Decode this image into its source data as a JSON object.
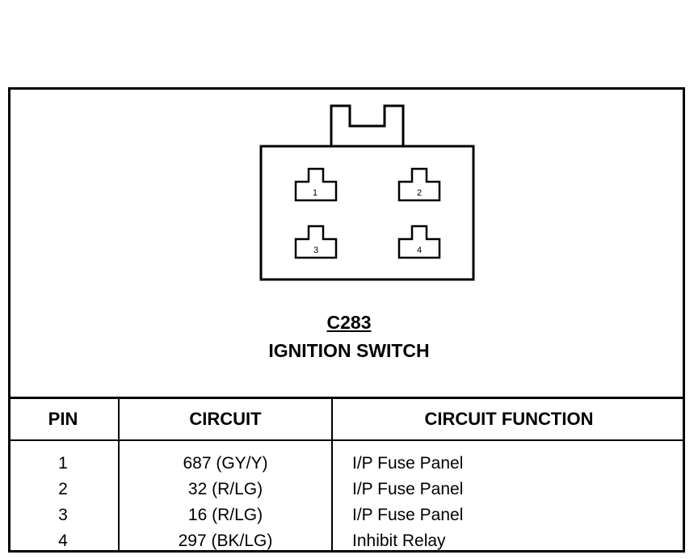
{
  "connector": {
    "id": "C283",
    "name": "IGNITION SWITCH",
    "pins": [
      {
        "number": "1"
      },
      {
        "number": "2"
      },
      {
        "number": "3"
      },
      {
        "number": "4"
      }
    ]
  },
  "table": {
    "headers": {
      "pin": "PIN",
      "circuit": "CIRCUIT",
      "function": "CIRCUIT FUNCTION"
    },
    "rows": [
      {
        "pin": "1",
        "circuit": "687 (GY/Y)",
        "function": "I/P Fuse Panel"
      },
      {
        "pin": "2",
        "circuit": "32 (R/LG)",
        "function": "I/P Fuse Panel"
      },
      {
        "pin": "3",
        "circuit": "16 (R/LG)",
        "function": "I/P Fuse Panel"
      },
      {
        "pin": "4",
        "circuit": "297 (BK/LG)",
        "function": "Inhibit Relay"
      }
    ]
  }
}
